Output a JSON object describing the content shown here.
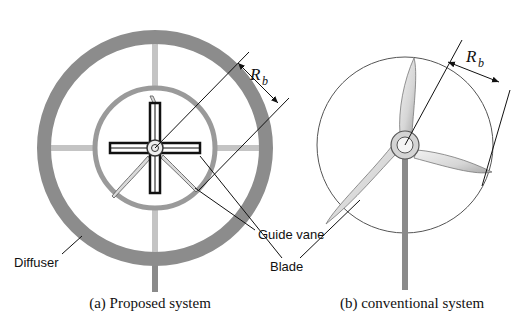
{
  "diagram": {
    "labels": [
      "R",
      "b",
      "R",
      "b",
      "Guide vane",
      "Blade",
      "Diffuser",
      "(a) Proposed system",
      "(b) conventional system"
    ]
  }
}
